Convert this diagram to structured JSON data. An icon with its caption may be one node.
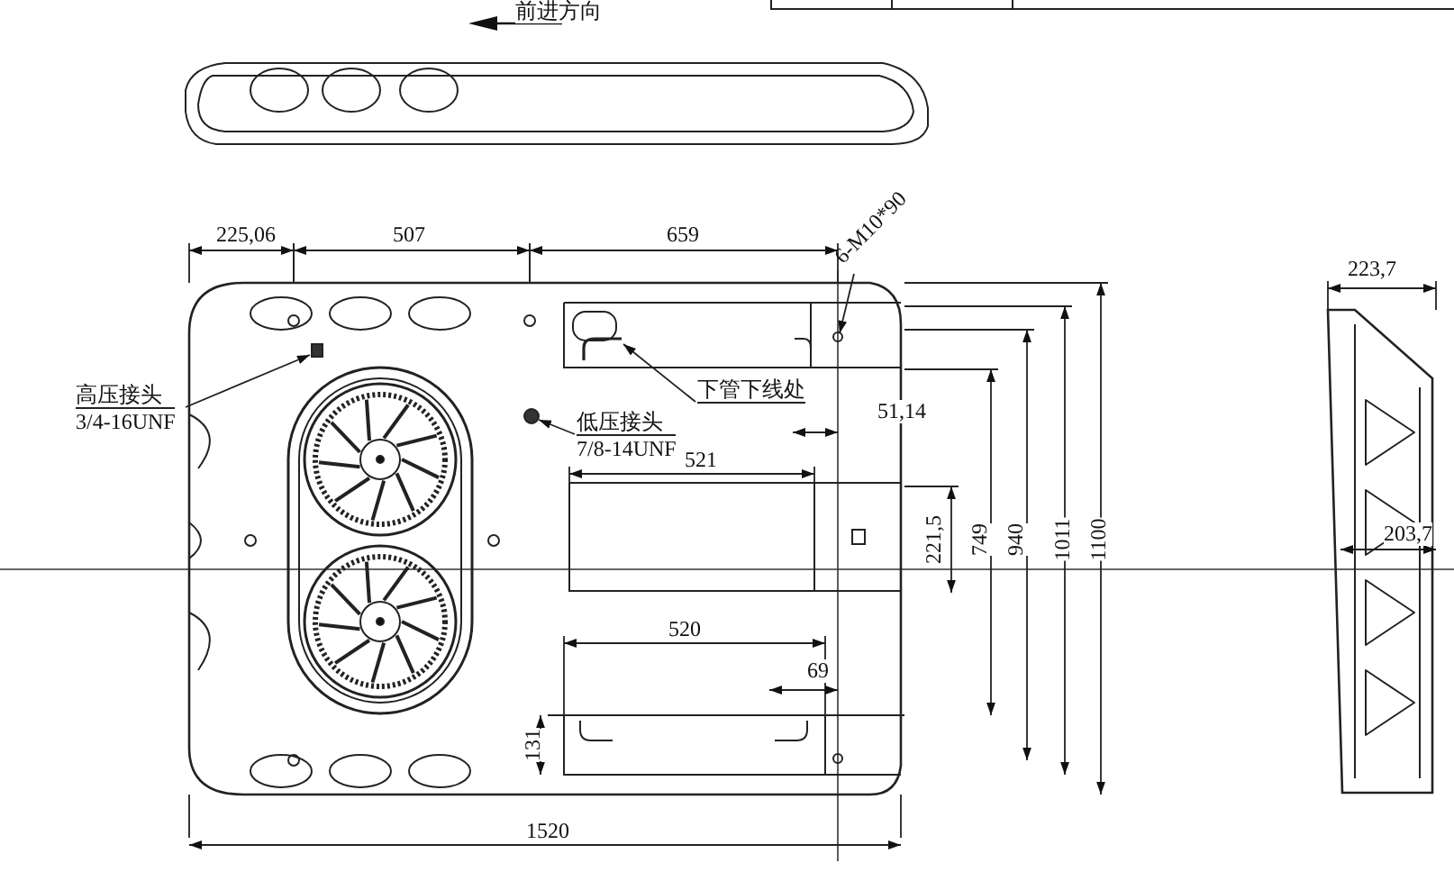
{
  "diagram": {
    "nodes": [
      {
        "text": [
          "高压接头",
          "3/4-16UNF"
        ]
      },
      {
        "text": [
          "低压接头",
          "7/8-14UNF"
        ]
      },
      {
        "text": [
          "下管下线处"
        ]
      },
      {
        "text": [
          "6-M10*90"
        ]
      },
      {
        "text": [],
        "shape": "box"
      },
      {
        "text": [],
        "shape": "circle"
      },
      {
        "text": [],
        "shape": "picture"
      },
      {
        "text": [],
        "shape": "circle"
      }
    ],
    "edges": [
      {
        "from": 0,
        "to": 4,
        "arrow": "to"
      },
      {
        "from": 1,
        "to": 5,
        "arrow": "to"
      },
      {
        "from": 2,
        "to": 6,
        "arrow": "to"
      },
      {
        "from": 3,
        "to": 7,
        "arrow": "to"
      }
    ],
    "labels": [
      "前进方向",
      "225,06",
      "507",
      "659",
      "51,14",
      "521",
      "221,5",
      "749",
      "940",
      "1011",
      "1100",
      "520",
      "69",
      "131",
      "1520",
      "223,7",
      "203,7"
    ]
  }
}
